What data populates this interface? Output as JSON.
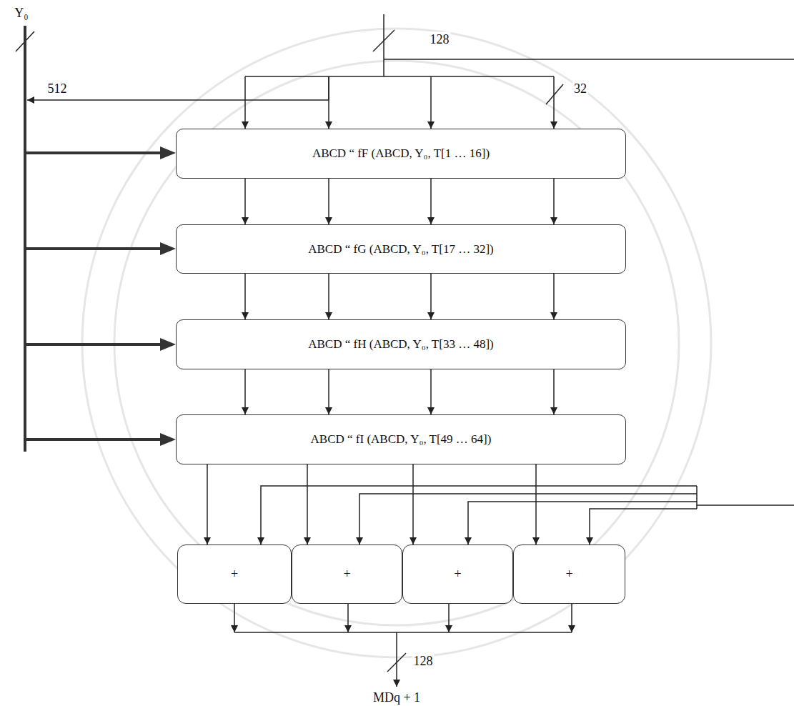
{
  "diagram": {
    "nodes": [
      {
        "text": [
          "ABCD “ fF (ABCD, Y₀, T[1 … 16])"
        ]
      },
      {
        "text": [
          "ABCD “ fG (ABCD, Y₀, T[17 … 32])"
        ]
      },
      {
        "text": [
          "ABCD “ fH (ABCD, Y₀, T[33 … 48])"
        ]
      },
      {
        "text": [
          "ABCD “ fI (ABCD, Y₀, T[49 … 64])"
        ]
      },
      {
        "text": [
          "+"
        ]
      },
      {
        "text": [
          "+"
        ]
      },
      {
        "text": [
          "+"
        ]
      },
      {
        "text": [
          "+"
        ]
      }
    ],
    "edges": [
      {
        "from": 0,
        "to": 1,
        "arrow": "to"
      },
      {
        "from": 0,
        "to": 1,
        "arrow": "to"
      },
      {
        "from": 0,
        "to": 1,
        "arrow": "to"
      },
      {
        "from": 0,
        "to": 1,
        "arrow": "to"
      },
      {
        "from": 1,
        "to": 2,
        "arrow": "to"
      },
      {
        "from": 1,
        "to": 2,
        "arrow": "to"
      },
      {
        "from": 1,
        "to": 2,
        "arrow": "to"
      },
      {
        "from": 1,
        "to": 2,
        "arrow": "to"
      },
      {
        "from": 2,
        "to": 3,
        "arrow": "to"
      },
      {
        "from": 2,
        "to": 3,
        "arrow": "to"
      },
      {
        "from": 2,
        "to": 3,
        "arrow": "to"
      },
      {
        "from": 2,
        "to": 3,
        "arrow": "to"
      },
      {
        "from": 3,
        "to": 4,
        "arrow": "to"
      },
      {
        "from": 3,
        "to": 5,
        "arrow": "to"
      },
      {
        "from": 3,
        "to": 6,
        "arrow": "to"
      },
      {
        "from": 3,
        "to": 7,
        "arrow": "to"
      }
    ],
    "labels": [
      "Y₀",
      "128",
      "512",
      "32",
      "128",
      "MDq + 1"
    ]
  }
}
